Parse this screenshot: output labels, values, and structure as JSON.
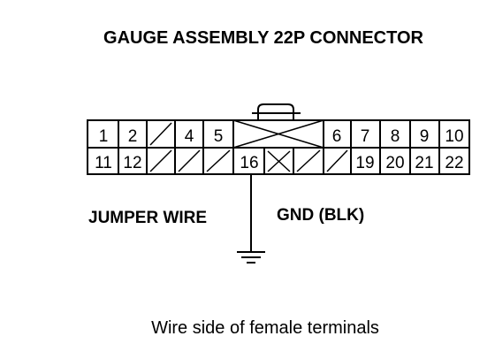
{
  "title": "GAUGE ASSEMBLY 22P CONNECTOR",
  "jumper_label": "JUMPER WIRE",
  "gnd_label": "GND (BLK)",
  "caption": "Wire side of female terminals",
  "connector": {
    "top_row": [
      "1",
      "2",
      "",
      "4",
      "5",
      "",
      "6",
      "7",
      "8",
      "9",
      "10"
    ],
    "bottom_row": [
      "11",
      "12",
      "",
      "",
      "",
      "16",
      "",
      "",
      "",
      "19",
      "20",
      "21",
      "22"
    ]
  }
}
